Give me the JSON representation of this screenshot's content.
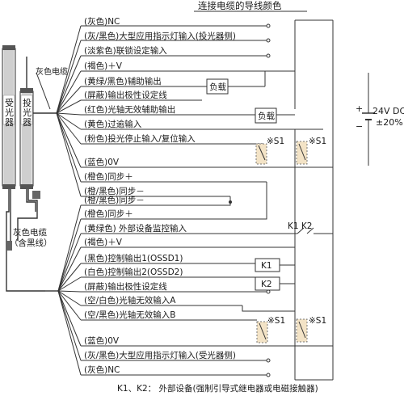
{
  "title": "连接电缆的导线颜色",
  "receiver_label": "受光器",
  "emitter_label": "投光器",
  "gray_cable_label": "灰色电缆",
  "gray_cable_black_label": [
    "灰色电缆",
    "（含黑线）"
  ],
  "emitter_wires": [
    "(灰色)NC",
    "(灰/黑色)大型应用指示灯输入(投光器侧)",
    "(淡紫色)联锁设定输入",
    "(褐色)＋V",
    "(黄绿/黑色)辅助输出",
    "(屏蔽)输出极性设定线",
    "(红色)光轴无效辅助输出",
    "(黄色)过逾输入",
    "(粉色)投光停止输入/复位输入",
    "(蓝色)0V",
    "(橙色)同步＋",
    "(橙/黑色)同步－"
  ],
  "receiver_wires": [
    "(橙/黑色)同步－",
    "(橙色)同步＋",
    "(黄绿色) 外部设备监控输入",
    "(褐色)＋V",
    "(黑色)控制输出1(OSSD1)",
    "(白色)控制输出2(OSSD2)",
    "(屏蔽)输出极性设定线",
    "(空/白色)光轴无效输入A",
    "(空/黑色)光轴无效输入B",
    "(蓝色)0V",
    "(灰/黑色)大型应用指示灯输入(受光器侧)",
    "(灰色)NC"
  ],
  "load_labels": [
    "负载",
    "负载"
  ],
  "switch_labels": [
    "※S1",
    "※S1",
    "※S1",
    "※S1"
  ],
  "relay_labels": [
    "K1",
    "K2"
  ],
  "relay_contacts": "K1  K2",
  "supply": {
    "voltage": "24V DC",
    "tolerance": "±20%",
    "plus": "+",
    "minus": "−"
  },
  "footnote": "K1、K2： 外部设备(强制引导式继电器或电磁接触器)"
}
